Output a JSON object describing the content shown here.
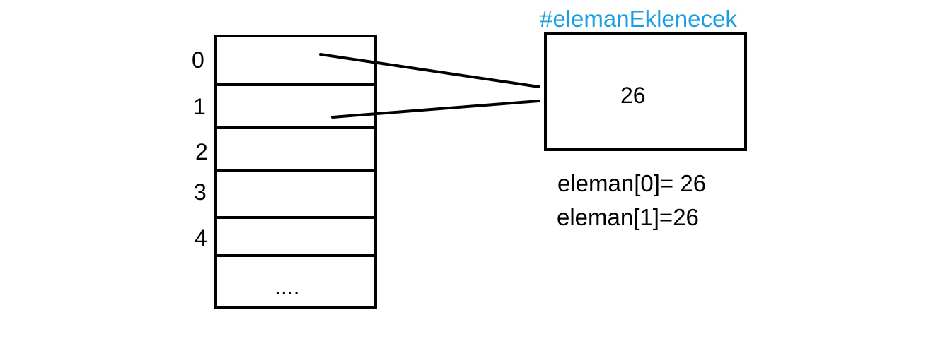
{
  "array": {
    "indices": [
      "0",
      "1",
      "2",
      "3",
      "4"
    ],
    "ellipsis": "...."
  },
  "variable": {
    "name": "#elemanEklenecek",
    "value": "26",
    "name_color": "#1aa0e0"
  },
  "assignments": [
    "eleman[0]= 26",
    "eleman[1]=26"
  ]
}
